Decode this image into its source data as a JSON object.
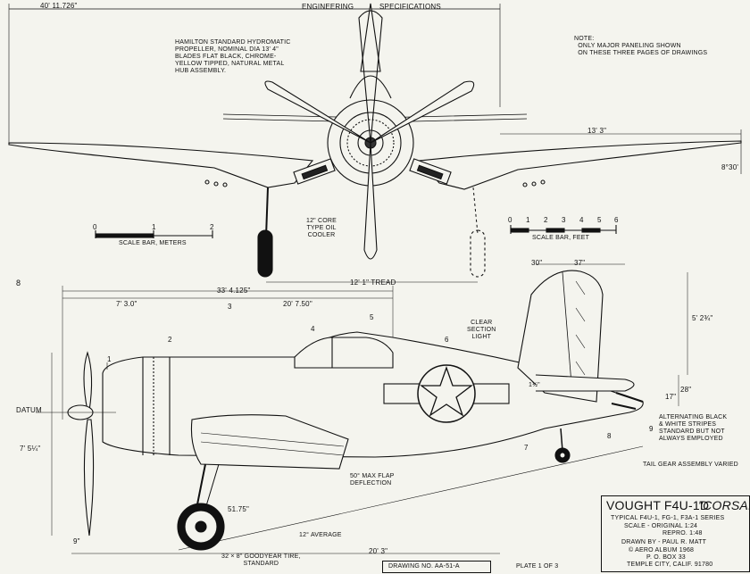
{
  "header": {
    "span_top": "40' 11.726\"",
    "title_left": "ENGINEERING",
    "title_right": "SPECIFICATIONS"
  },
  "notes": {
    "propeller": "HAMILTON STANDARD HYDROMATIC\nPROPELLER, NOMINAL DIA 13' 4\"\nBLADES FLAT BLACK, CHROME-\nYELLOW TIPPED, NATURAL METAL\nHUB ASSEMBLY.",
    "paneling": "NOTE:\n  ONLY MAJOR PANELING SHOWN\n  ON THESE THREE PAGES OF DRAWINGS",
    "oil_cooler": "12\" CORE\nTYPE OIL\nCOOLER",
    "clear_section": "CLEAR\nSECTION\nLIGHT",
    "stripes": "ALTERNATING BLACK\n& WHITE STRIPES\nSTANDARD BUT NOT\nALWAYS EMPLOYED",
    "tail_gear": "TAIL GEAR ASSEMBLY VARIED",
    "flap": "50° MAX FLAP\nDEFLECTION",
    "tire": "32 × 8\" GOODYEAR TIRE,\nSTANDARD",
    "average": "12° AVERAGE",
    "datum": "DATUM"
  },
  "dimensions": {
    "wing_half": "13' 3\"",
    "dihedral": "8°30'",
    "tread": "12' 1\" TREAD",
    "len_total": "33' 4.125\"",
    "len_nose": "7' 3.0\"",
    "len_rear": "20' 7.50\"",
    "d30": "30\"",
    "d37": "37\"",
    "fin_h": "5' 2¾\"",
    "d28": "28\"",
    "d17": "17\"",
    "d1_5": "1½\"",
    "prop_h": "7' 5¼\"",
    "d9": "9\"",
    "d51": "51.75\"",
    "wheelbase": "20' 3\""
  },
  "scale_meters": {
    "label": "SCALE BAR, meters",
    "ticks": [
      "0",
      "1",
      "2"
    ]
  },
  "scale_feet": {
    "label": "SCALE BAR, feet",
    "ticks": [
      "0",
      "1",
      "2",
      "3",
      "4",
      "5",
      "6"
    ]
  },
  "stations": [
    "1",
    "2",
    "3",
    "4",
    "5",
    "6",
    "7",
    "8",
    "9"
  ],
  "side_mark": "8",
  "title_block": {
    "title": "VOUGHT F4U-1D",
    "name": "\"CORSAIR\"",
    "series": "TYPICAL F4U-1, FG-1, F3A-1 SERIES",
    "scale": "SCALE - ORIGINAL   1:24",
    "repro": "REPRO.   1:48",
    "drawn": "DRAWN BY - PAUL R. MATT",
    "pub": "© AERO ALBUM  1968",
    "box": "P. O.  BOX  33",
    "city": "TEMPLE CITY, CALIF. 91780"
  },
  "footer": {
    "drawing_no": "DRAWING No. AA-51-A",
    "plate": "PLATE 1 of 3"
  }
}
